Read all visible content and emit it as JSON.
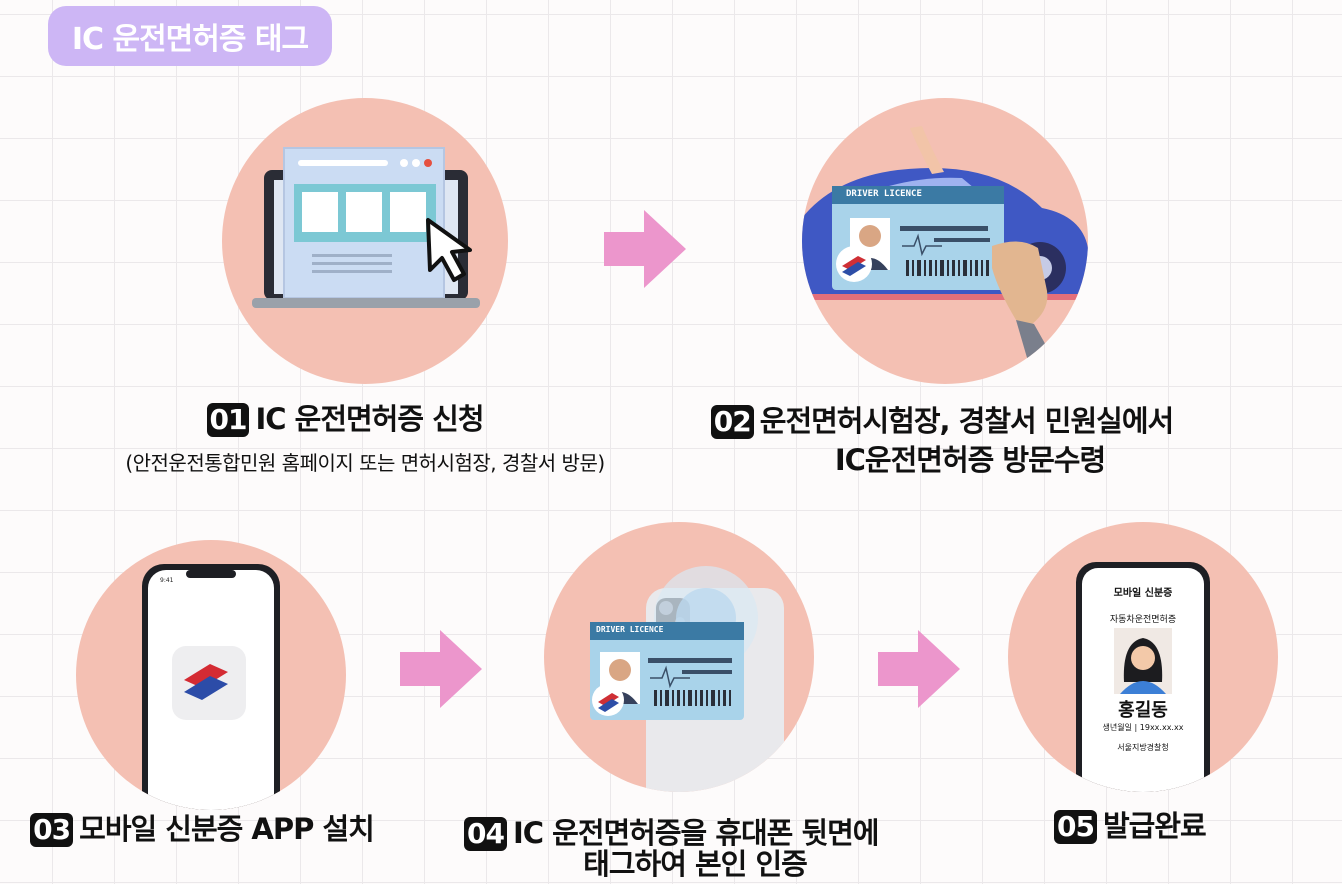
{
  "header": {
    "title": "IC 운전면허증 태그"
  },
  "steps": [
    {
      "num": "01",
      "title": "IC 운전면허증 신청",
      "sub": "(안전운전통합민원 홈페이지 또는 면허시험장, 경찰서 방문)"
    },
    {
      "num": "02",
      "line1": "운전면허시험장, 경찰서 민원실에서",
      "line2": "IC운전면허증 방문수령"
    },
    {
      "num": "03",
      "title": "모바일 신분증 APP 설치"
    },
    {
      "num": "04",
      "line1": "IC 운전면허증을 휴대폰 뒷면에",
      "line2": "태그하여 본인 인증"
    },
    {
      "num": "05",
      "title": "발급완료"
    }
  ],
  "card": {
    "label": "DRIVER LICENCE"
  },
  "phone5": {
    "header": "모바일 신분증",
    "subheader": "자동차운전면허증",
    "name": "홍길동",
    "birth": "생년월일 | 19xx.xx.xx",
    "issuer": "서울지방경찰청"
  },
  "colors": {
    "circle": "#f4c0b3",
    "arrow": "#ec96cc",
    "pill": "#cdb6f5"
  }
}
